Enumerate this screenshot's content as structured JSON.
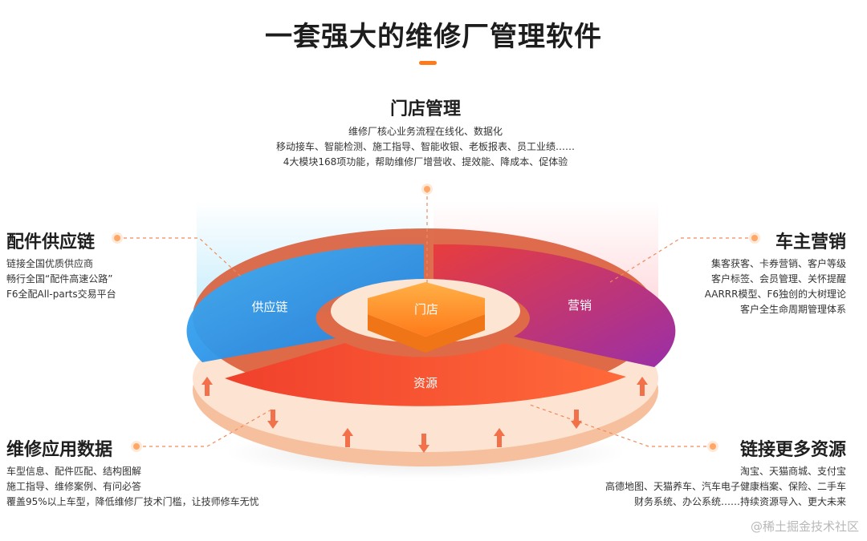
{
  "title": "一套强大的维修厂管理软件",
  "sections": {
    "store": {
      "heading": "门店管理",
      "lines": [
        "维修厂核心业务流程在线化、数据化",
        "移动接车、智能检测、施工指导、智能收银、老板报表、员工业绩……",
        "4大模块168项功能，帮助维修厂增营收、提效能、降成本、促体验"
      ]
    },
    "parts": {
      "heading": "配件供应链",
      "lines": [
        "链接全国优质供应商",
        "畅行全国“配件高速公路”",
        "F6全配All-parts交易平台"
      ]
    },
    "marketing": {
      "heading": "车主营销",
      "lines": [
        "集客获客、卡券营销、客户等级",
        "客户标签、会员管理、关怀提醒",
        "AARRR模型、F6独创的大树理论",
        "客户全生命周期管理体系"
      ]
    },
    "repair": {
      "heading": "维修应用数据",
      "lines": [
        "车型信息、配件匹配、结构图解",
        "施工指导、维修案例、有问必答",
        "覆盖95%以上车型，降低维修厂技术门槛，让技师修车无忧"
      ]
    },
    "resources": {
      "heading": "链接更多资源",
      "lines": [
        "淘宝、天猫商城、支付宝",
        "高德地图、天猫养车、汽车电子健康档案、保险、二手车",
        "财务系统、办公系统……持续资源导入、更大未来"
      ]
    }
  },
  "diagram_labels": {
    "store": "门店",
    "parts": "供应链",
    "marketing": "营销",
    "resources": "资源"
  },
  "colors": {
    "accent": "#ff7a1a",
    "parts": "#2d9cf0",
    "marketing": "#c0305a",
    "resources": "#f0472e",
    "store": "#ff9a2a"
  },
  "watermark": "@稀土掘金技术社区"
}
